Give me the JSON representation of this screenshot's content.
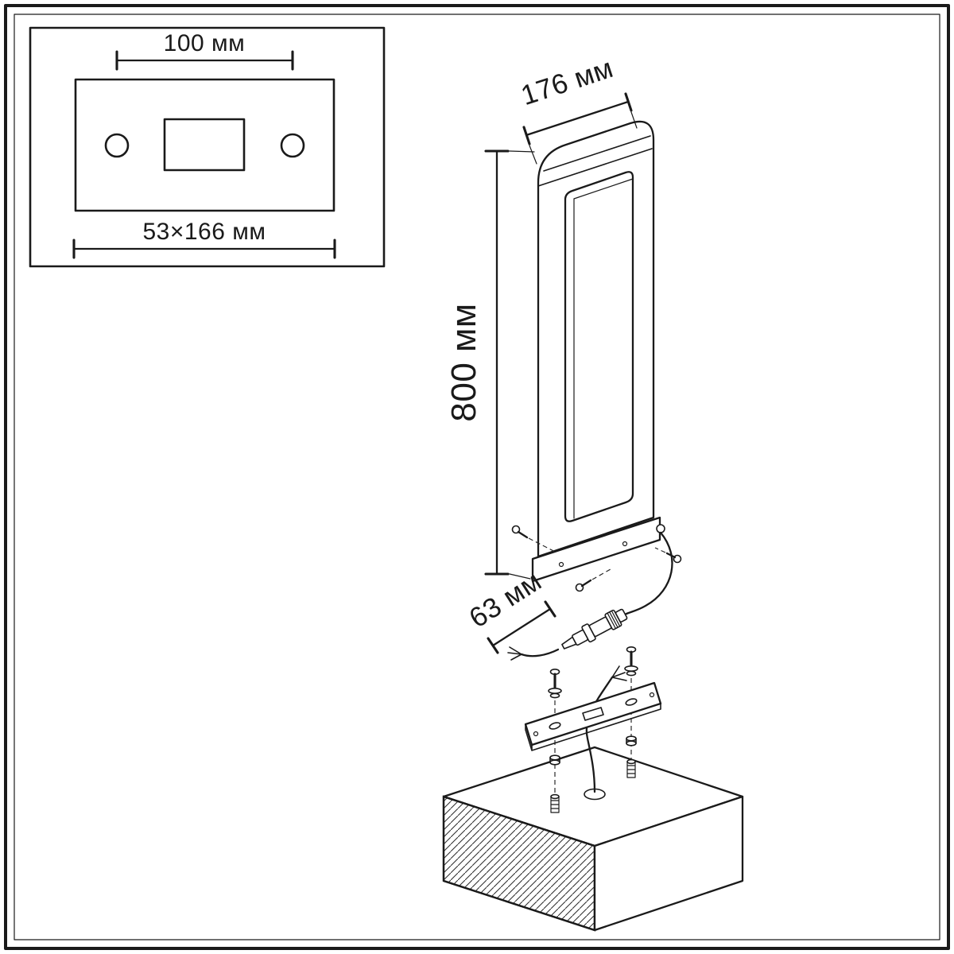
{
  "drawing": {
    "kind": "luminaire-installation-diagram",
    "labels": {
      "hole_spacing": "100 мм",
      "plate_size": "53×166 мм",
      "fixture_width": "176 мм",
      "fixture_height": "800 мм",
      "connector_length": "63 мм"
    },
    "colors": {
      "line": "#1a1a1a",
      "background": "#ffffff"
    }
  }
}
